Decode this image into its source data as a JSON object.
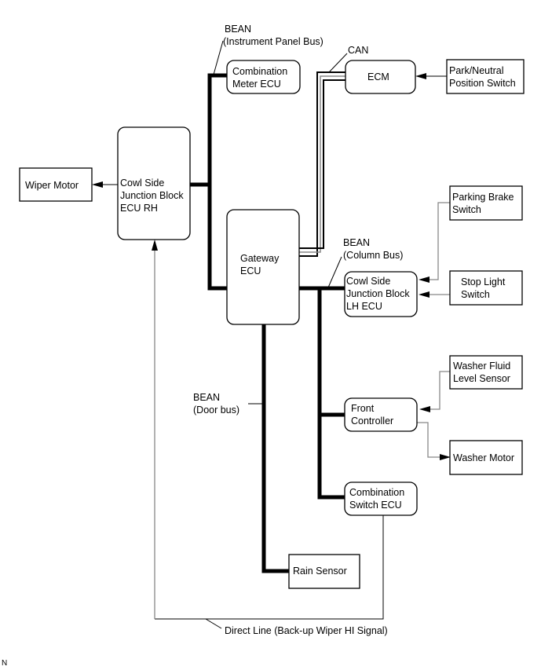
{
  "diagram": {
    "type": "wiring-communication-diagram",
    "nodes": {
      "wiper_motor": [
        "Wiper Motor"
      ],
      "cowl_rh": [
        "Cowl Side",
        "Junction Block",
        "ECU RH"
      ],
      "combination_meter": [
        "Combination",
        "Meter ECU"
      ],
      "ecm": [
        "ECM"
      ],
      "park_neutral": [
        "Park/Neutral",
        "Position Switch"
      ],
      "gateway": [
        "Gateway",
        "ECU"
      ],
      "parking_brake": [
        "Parking Brake",
        "Switch"
      ],
      "cowl_lh": [
        "Cowl Side",
        "Junction Block",
        "LH ECU"
      ],
      "stop_light": [
        "Stop Light",
        "Switch"
      ],
      "washer_fluid": [
        "Washer Fluid",
        "Level Sensor"
      ],
      "front_controller": [
        "Front",
        "Controller"
      ],
      "washer_motor": [
        "Washer Motor"
      ],
      "combination_switch": [
        "Combination",
        "Switch ECU"
      ],
      "rain_sensor": [
        "Rain Sensor"
      ]
    },
    "labels": {
      "bean_ip": [
        "BEAN",
        "(Instrument Panel Bus)"
      ],
      "can": [
        "CAN"
      ],
      "bean_column": [
        "BEAN",
        "(Column Bus)"
      ],
      "bean_door": [
        "BEAN",
        "(Door bus)"
      ],
      "direct_line": [
        "Direct Line (Back-up Wiper HI Signal)"
      ],
      "corner_mark": [
        "N"
      ]
    },
    "connections": [
      {
        "from": "cowl_rh",
        "to": "wiper_motor",
        "kind": "signal"
      },
      {
        "from": "park_neutral",
        "to": "ecm",
        "kind": "signal"
      },
      {
        "from": "gateway",
        "to": "ecm",
        "kind": "CAN"
      },
      {
        "from": "gateway",
        "to": "combination_meter",
        "kind": "BEAN Instrument Panel Bus"
      },
      {
        "from": "gateway",
        "to": "cowl_rh",
        "kind": "BEAN Instrument Panel Bus"
      },
      {
        "from": "gateway",
        "to": "cowl_lh",
        "kind": "BEAN Column Bus"
      },
      {
        "from": "gateway",
        "to": "front_controller",
        "kind": "BEAN Column Bus"
      },
      {
        "from": "gateway",
        "to": "combination_switch",
        "kind": "BEAN Column Bus"
      },
      {
        "from": "gateway",
        "to": "rain_sensor",
        "kind": "BEAN Door bus"
      },
      {
        "from": "parking_brake",
        "to": "cowl_lh",
        "kind": "signal"
      },
      {
        "from": "stop_light",
        "to": "cowl_lh",
        "kind": "signal"
      },
      {
        "from": "washer_fluid",
        "to": "front_controller",
        "kind": "signal"
      },
      {
        "from": "front_controller",
        "to": "washer_motor",
        "kind": "signal"
      },
      {
        "from": "combination_switch",
        "to": "cowl_rh",
        "kind": "Direct Line (Back-up Wiper HI Signal)"
      }
    ]
  }
}
